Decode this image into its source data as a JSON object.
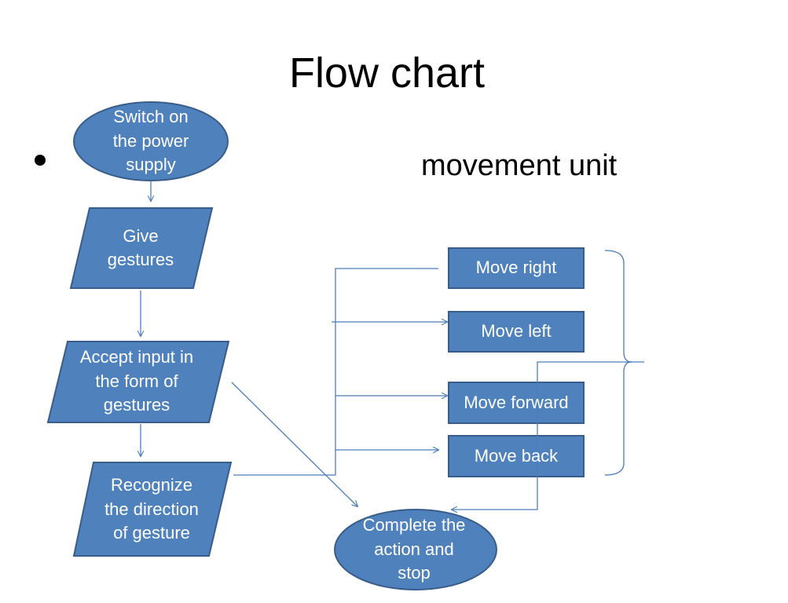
{
  "title": "Flow chart",
  "subtitle": "movement unit",
  "colors": {
    "fill": "#4F81BD",
    "stroke": "#385D8A",
    "connector": "#4A7EBB",
    "text": "#FFFFFF"
  },
  "nodes": {
    "start": "Switch on the power supply",
    "give": "Give gestures",
    "accept": "Accept input in the form of gestures",
    "recognize": "Recognize the direction of gesture",
    "complete": "Complete the action and stop",
    "right": "Move right",
    "left": "Move left",
    "forward": "Move forward",
    "back": "Move back"
  }
}
